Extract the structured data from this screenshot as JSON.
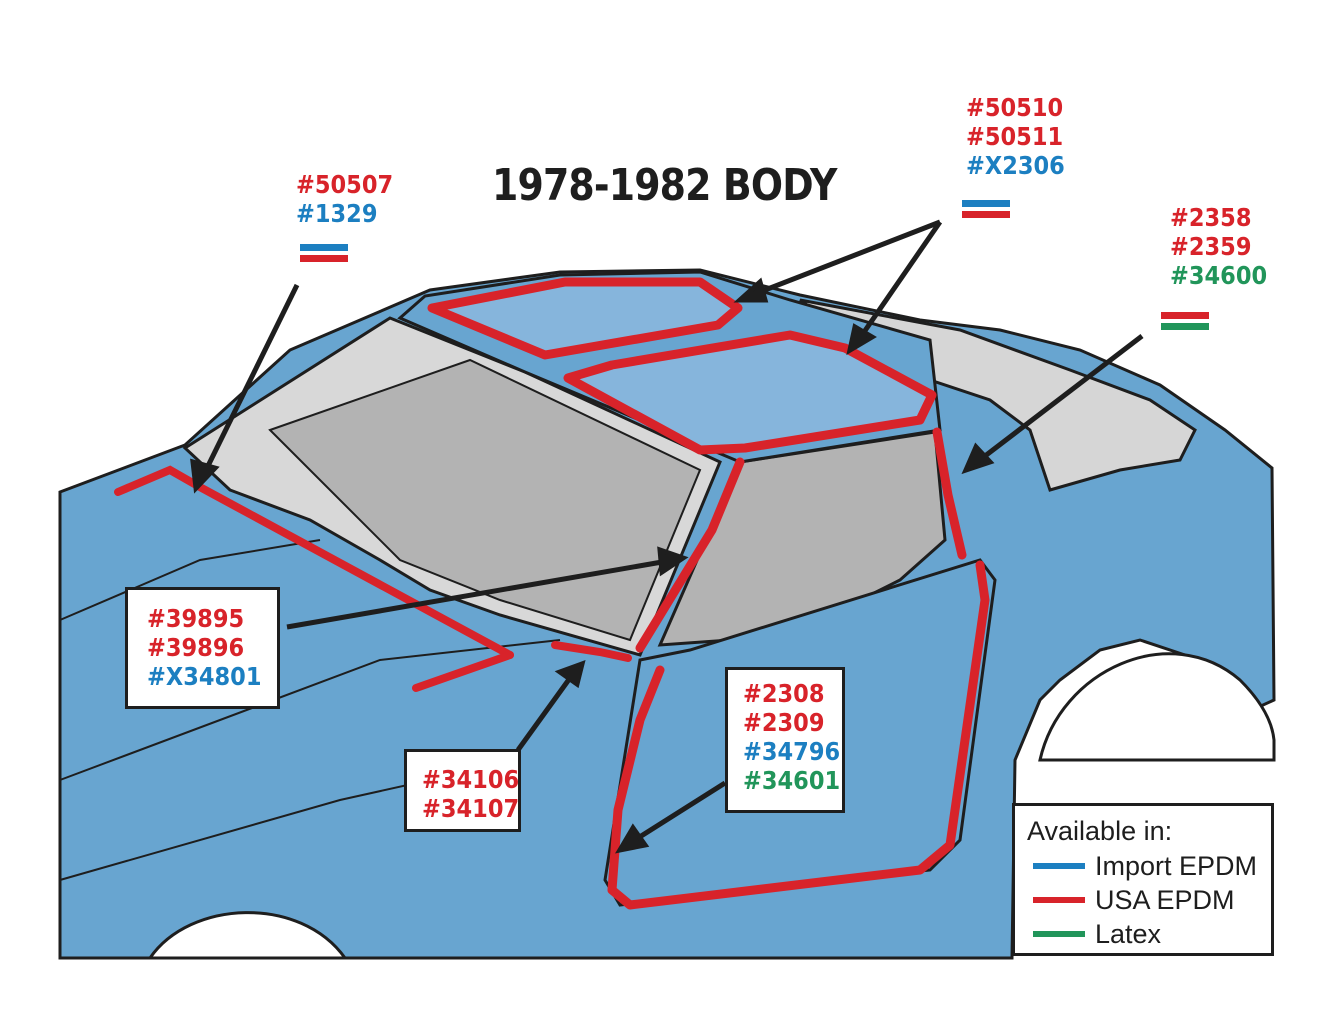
{
  "title": "1978-1982 BODY",
  "colors": {
    "import_epdm": "#1c7fc1",
    "usa_epdm": "#d8232a",
    "latex": "#21955a",
    "body": "#68a5d0",
    "glass": "#b8b8b8",
    "roof_panel": "#86b5dc",
    "outline": "#1e1e1e"
  },
  "callouts": {
    "cowl": {
      "codes": [
        {
          "text": "#50507",
          "color": "red"
        },
        {
          "text": "#1329",
          "color": "blue"
        }
      ],
      "availability": [
        "blue",
        "red"
      ]
    },
    "roof": {
      "codes": [
        {
          "text": "#50510",
          "color": "red"
        },
        {
          "text": "#50511",
          "color": "red"
        },
        {
          "text": "#X2306",
          "color": "blue"
        }
      ],
      "availability": [
        "blue",
        "red"
      ]
    },
    "pillar": {
      "codes": [
        {
          "text": "#2358",
          "color": "red"
        },
        {
          "text": "#2359",
          "color": "red"
        },
        {
          "text": "#34600",
          "color": "green"
        }
      ],
      "availability": [
        "red",
        "green"
      ]
    },
    "windshield": {
      "codes": [
        {
          "text": "#39895",
          "color": "red"
        },
        {
          "text": "#39896",
          "color": "red"
        },
        {
          "text": "#X34801",
          "color": "blue"
        }
      ]
    },
    "lower_corner": {
      "codes": [
        {
          "text": "#34106",
          "color": "red"
        },
        {
          "text": "#34107",
          "color": "red"
        }
      ]
    },
    "door": {
      "codes": [
        {
          "text": "#2308",
          "color": "red"
        },
        {
          "text": "#2309",
          "color": "red"
        },
        {
          "text": "#34796",
          "color": "blue"
        },
        {
          "text": "#34601",
          "color": "green"
        }
      ]
    }
  },
  "legend": {
    "title": "Available in:",
    "items": [
      {
        "label": "Import EPDM",
        "color": "#1c7fc1"
      },
      {
        "label": "USA EPDM",
        "color": "#d8232a"
      },
      {
        "label": "Latex",
        "color": "#21955a"
      }
    ]
  }
}
